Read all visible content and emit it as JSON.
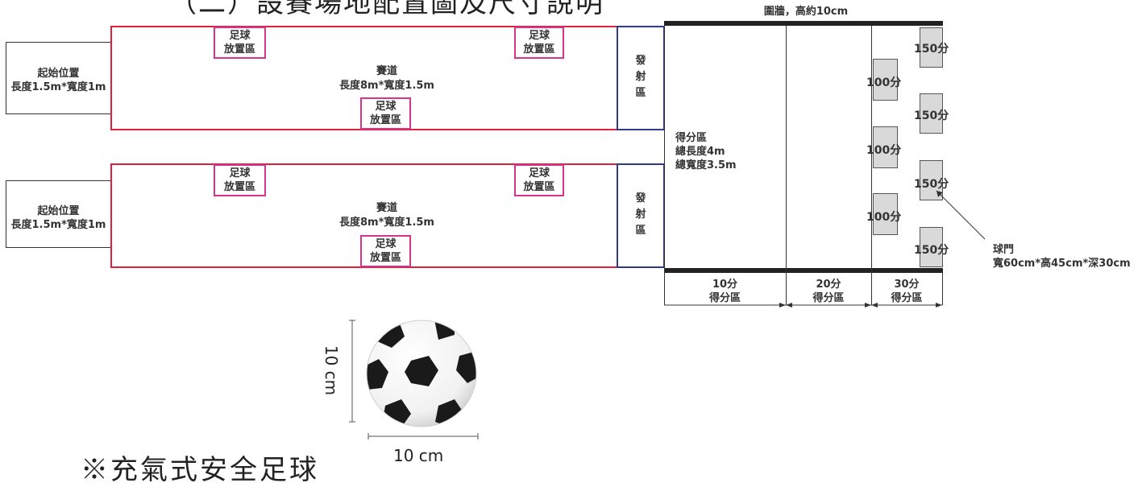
{
  "header": {
    "partial_title": "（二）設賽場地配置圖及尺寸說明"
  },
  "lanes": [
    {
      "start": {
        "line1": "起始位置",
        "line2": "長度1.5m*寬度1m"
      },
      "track": {
        "line1": "賽道",
        "line2": "長度8m*寬度1.5m"
      },
      "ball_zones": [
        {
          "line1": "足球",
          "line2": "放置區"
        },
        {
          "line1": "足球",
          "line2": "放置區"
        },
        {
          "line1": "足球",
          "line2": "放置區"
        }
      ],
      "launch": {
        "label": "發射區",
        "chars": [
          "發",
          "射",
          "區"
        ]
      }
    },
    {
      "start": {
        "line1": "起始位置",
        "line2": "長度1.5m*寬度1m"
      },
      "track": {
        "line1": "賽道",
        "line2": "長度8m*寬度1.5m"
      },
      "ball_zones": [
        {
          "line1": "足球",
          "line2": "放置區"
        },
        {
          "line1": "足球",
          "line2": "放置區"
        },
        {
          "line1": "足球",
          "line2": "放置區"
        }
      ],
      "launch": {
        "label": "發射區",
        "chars": [
          "發",
          "射",
          "區"
        ]
      }
    }
  ],
  "scoring_area": {
    "wall_label": "圍牆，高約10cm",
    "line1": "得分區",
    "line2": "總長度4m",
    "line3": "總寬度3.5m",
    "zones": [
      {
        "points": "10分",
        "label": "得分區"
      },
      {
        "points": "20分",
        "label": "得分區"
      },
      {
        "points": "30分",
        "label": "得分區"
      }
    ],
    "goals_100": [
      "100分",
      "100分",
      "100分"
    ],
    "goals_150": [
      "150分",
      "150分",
      "150分",
      "150分"
    ],
    "goal_callout": {
      "line1": "球門",
      "line2": "寬60cm*高45cm*深30cm"
    }
  },
  "ball": {
    "height_label": "10 cm",
    "width_label": "10 cm",
    "caption": "※充氣式安全足球"
  },
  "colors": {
    "track_border": "#e0213a",
    "ball_zone_border": "#d6338a",
    "launch_border": "#303a8a",
    "wall": "#222222",
    "goal_fill": "#d9d9d9"
  }
}
